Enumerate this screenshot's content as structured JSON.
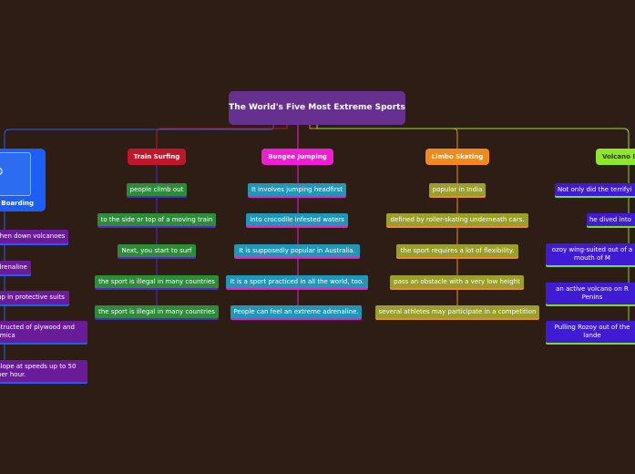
{
  "root": {
    "title": "The World's Five Most Extreme Sports"
  },
  "branches": [
    {
      "id": "boarding",
      "title": "o Boarding",
      "color": "#1d5ff5",
      "leaf_bg": "#6a1b9a",
      "underline": "#1d5ff5",
      "icon": "camera-icon",
      "leaves": [
        "then down volcanoes",
        "drenaline",
        "up in protective suits",
        "structed of plywood and rmica",
        "slope at speeds up to 50 per hour."
      ]
    },
    {
      "id": "train-surfing",
      "title": "Train Surfing",
      "color": "#c0172c",
      "leaf_bg": "#2e8b3a",
      "underline": "#4a2fc8",
      "leaves": [
        "people climb out",
        "to the side or top of a moving train",
        "Next, you start to surf",
        "the sport is illegal in many countries",
        "the sport is illegal in many countries"
      ]
    },
    {
      "id": "bungee-jumping",
      "title": "Bungee Jumping",
      "color": "#ee1fd2",
      "leaf_bg": "#2196b6",
      "underline": "#e61fcf",
      "leaves": [
        "It involves jumping headfirst",
        "into crocodile infested waters",
        "It is supposedly popular in Australia.",
        "It is a sport practiced in all the world, too.",
        "People can feel an extreme adrenaline."
      ]
    },
    {
      "id": "limbo-skating",
      "title": "Limbo Skating",
      "color": "#f08a1c",
      "leaf_bg": "#9a9e2a",
      "underline": "#f08a1c",
      "leaves": [
        "popular in India",
        "defined by roller-skating underneath cars.",
        "the sport requires a lot of flexibility.",
        "pass an obstacle with a very low height",
        "several athletes may participate in a competition"
      ]
    },
    {
      "id": "volcano",
      "title": "Volcano I",
      "color": "#8fe62a",
      "leaf_bg": "#3f1bd6",
      "underline": "#7bdc2a",
      "leaves": [
        "Not only did the terrifyi",
        "he dived into",
        "ozoy wing-suited out of a mouth of M",
        "an active volcano on R Penins",
        "Pulling Rozoy out of the lande"
      ]
    }
  ]
}
